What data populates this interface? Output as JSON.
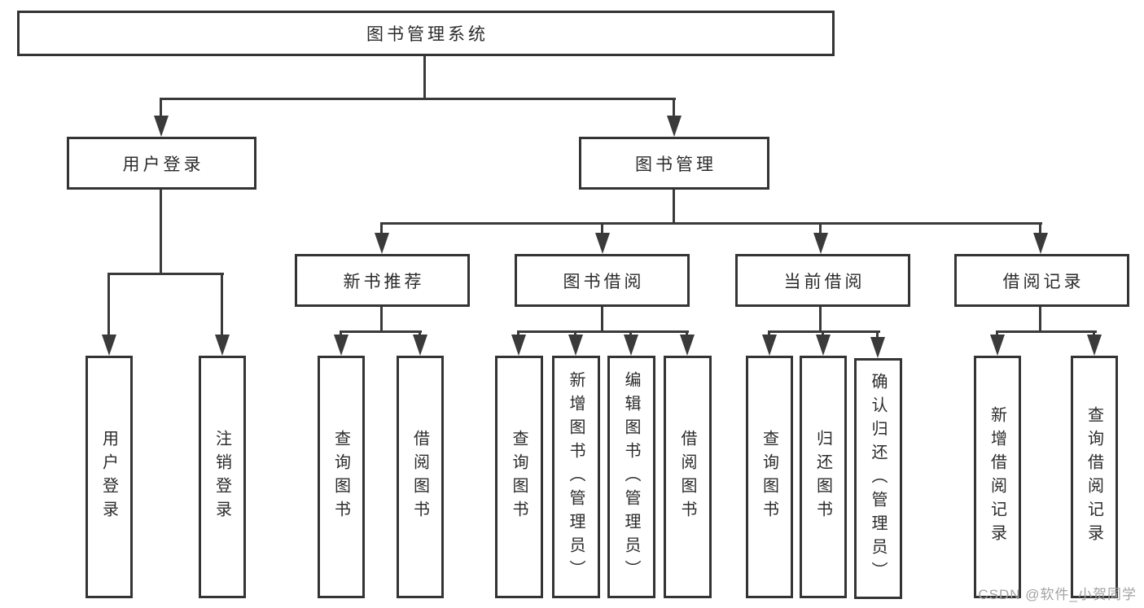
{
  "diagram": {
    "root": "图书管理系统",
    "branches": {
      "user_login": {
        "label": "用户登录",
        "children": [
          "用户登录",
          "注销登录"
        ]
      },
      "book_management": {
        "label": "图书管理",
        "sections": {
          "new_book_recommend": {
            "label": "新书推荐",
            "children": [
              "查询图书",
              "借阅图书"
            ]
          },
          "book_borrow": {
            "label": "图书借阅",
            "children": [
              "查询图书",
              "新增图书（管理员）",
              "编辑图书（管理员）",
              "借阅图书"
            ]
          },
          "current_borrow": {
            "label": "当前借阅",
            "children": [
              "查询图书",
              "归还图书",
              "确认归还（管理员）"
            ]
          },
          "borrow_record": {
            "label": "借阅记录",
            "children": [
              "新增借阅记录",
              "查询借阅记录"
            ]
          }
        }
      }
    }
  },
  "watermark": "CSDN @软件_小贺同学",
  "colors": {
    "line": "#3a3a3a",
    "box_border": "#343434",
    "text": "#2b2b2b",
    "watermark": "#a3a3a3",
    "background": "#ffffff"
  }
}
